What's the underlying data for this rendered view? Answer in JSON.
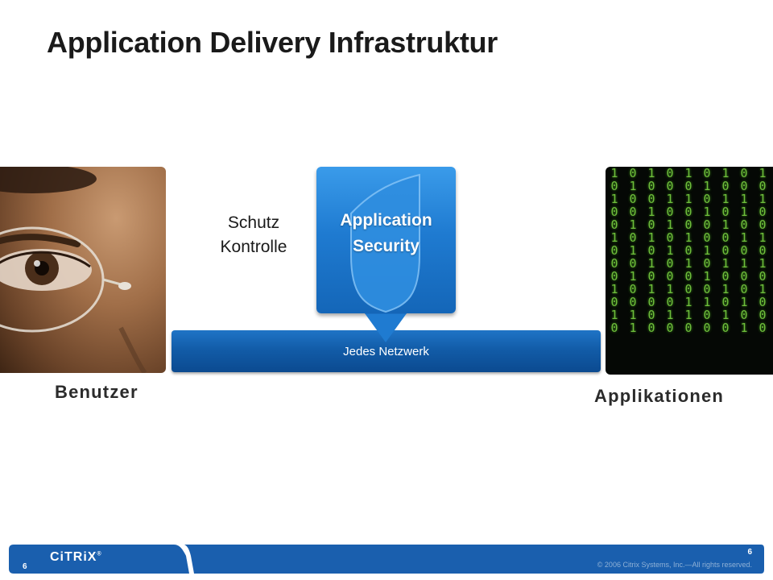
{
  "slide": {
    "title": "Application Delivery Infrastruktur"
  },
  "diagram": {
    "user_label": "Benutzer",
    "apps_label": "Applikationen",
    "security_box_line1": "Application",
    "security_box_line2": "Security",
    "network_label": "Jedes Netzwerk",
    "side_label_line1": "Schutz",
    "side_label_line2": "Kontrolle"
  },
  "matrix_columns": [
    "1010010001010",
    "0100101010011",
    "1001010101000",
    "0010101001010",
    "1010010100110",
    "0101001010100",
    "1010100101010",
    "0011010100101",
    "1010010101000"
  ],
  "footer": {
    "logo_text": "CiTRiX",
    "logo_tm": "®",
    "page_number_left": "6",
    "page_number_right": "6",
    "copyright": "© 2006 Citrix Systems, Inc.—All rights reserved."
  },
  "colors": {
    "primary_blue": "#1466b8",
    "security_blue": "#1f7bd1",
    "footer_blue": "#1a5fae",
    "matrix_green": "#6fbf3c"
  }
}
